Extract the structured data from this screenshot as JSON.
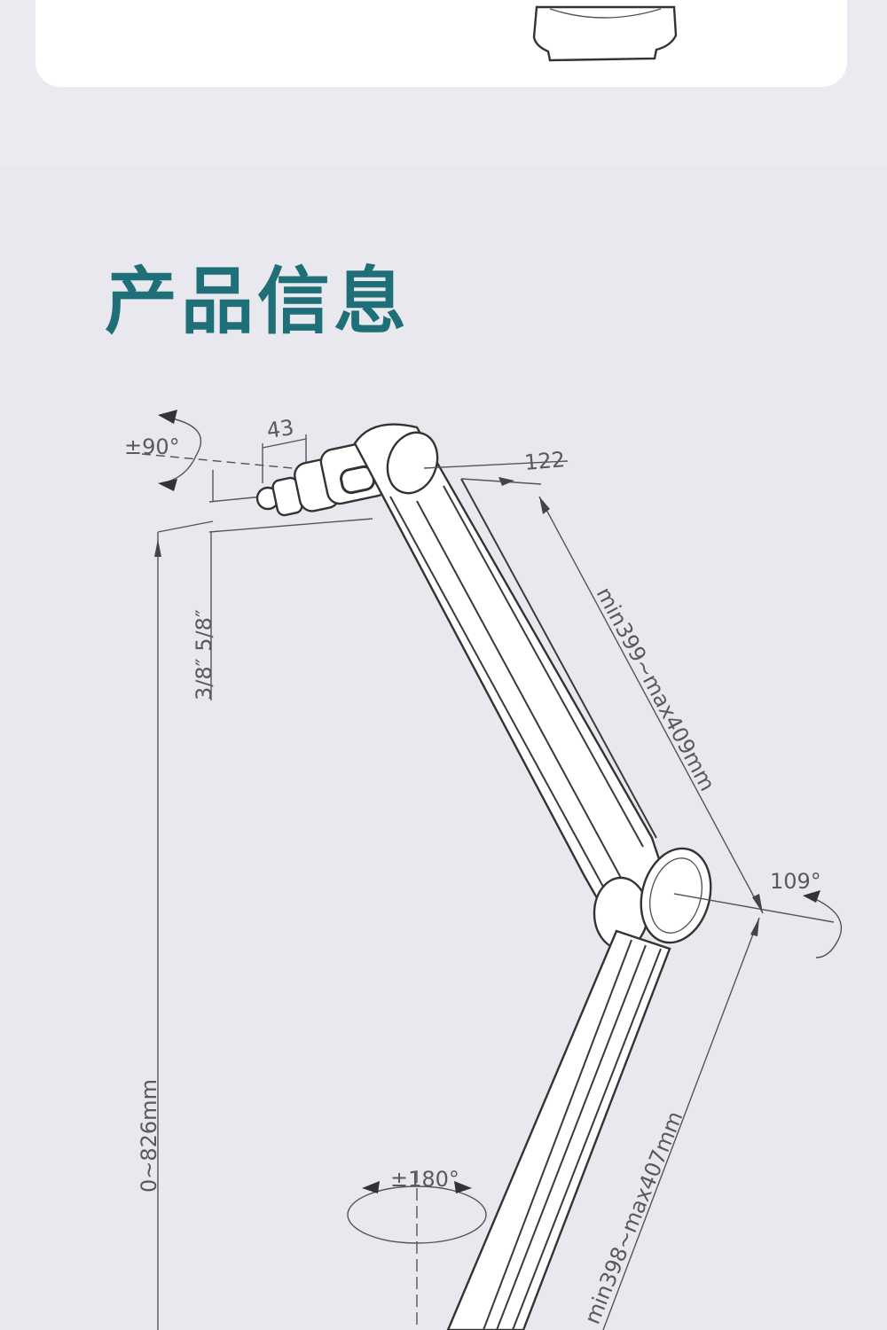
{
  "section": {
    "title": "产品信息"
  },
  "diagram": {
    "labels": {
      "rotate_head": "±90°",
      "head_length": "43",
      "thread": "3/8″  5/8″",
      "arm_offset": "122",
      "upper_arm": "min399~max409mm",
      "elbow_angle": "109°",
      "height": "0~826mm",
      "base_rotate": "±180°",
      "lower_arm": "min398~max407mm"
    }
  },
  "colors": {
    "title": "#1f6f78",
    "background": "#e9e8ee",
    "card": "#ffffff"
  }
}
